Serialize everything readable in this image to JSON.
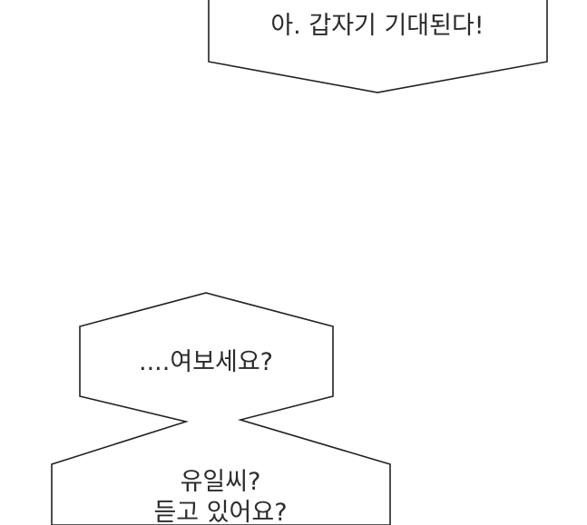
{
  "bubbles": [
    {
      "text": "아. 갑자기 기대된다!"
    },
    {
      "text": "....여보세요?"
    },
    {
      "lines": [
        "유일씨?",
        "듣고 있어요?"
      ]
    }
  ]
}
